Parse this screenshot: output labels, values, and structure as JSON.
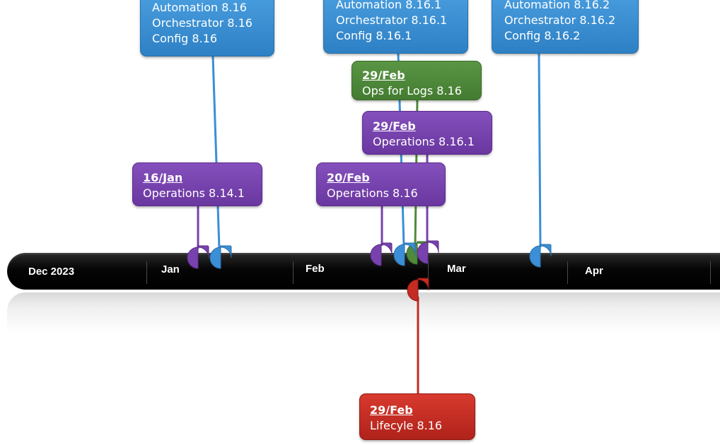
{
  "timeline": {
    "months": [
      "Dec 2023",
      "Jan",
      "Feb",
      "Mar",
      "Apr"
    ]
  },
  "colors": {
    "blue": "#3a8fd6",
    "purple": "#7742ad",
    "green": "#4f8a3c",
    "red": "#c42b22"
  },
  "events": {
    "jan_aria": {
      "lines": [
        "Automation 8.16",
        "Orchestrator 8.16",
        "Config 8.16"
      ]
    },
    "jan_ops": {
      "date": "16/Jan",
      "lines": [
        "Operations 8.14.1"
      ]
    },
    "feb_aria": {
      "lines": [
        "Automation 8.16.1",
        "Orchestrator 8.16.1",
        "Config 8.16.1"
      ]
    },
    "feb_logs": {
      "date": "29/Feb",
      "lines": [
        "Ops for Logs 8.16"
      ]
    },
    "feb_ops_161": {
      "date": "29/Feb",
      "lines": [
        "Operations 8.16.1"
      ]
    },
    "feb_ops": {
      "date": "20/Feb",
      "lines": [
        "Operations 8.16"
      ]
    },
    "mar_aria": {
      "lines": [
        "Automation 8.16.2",
        "Orchestrator 8.16.2",
        "Config 8.16.2"
      ]
    },
    "feb_lifecycle": {
      "date": "29/Feb",
      "lines": [
        "Lifecyle 8.16"
      ]
    }
  }
}
